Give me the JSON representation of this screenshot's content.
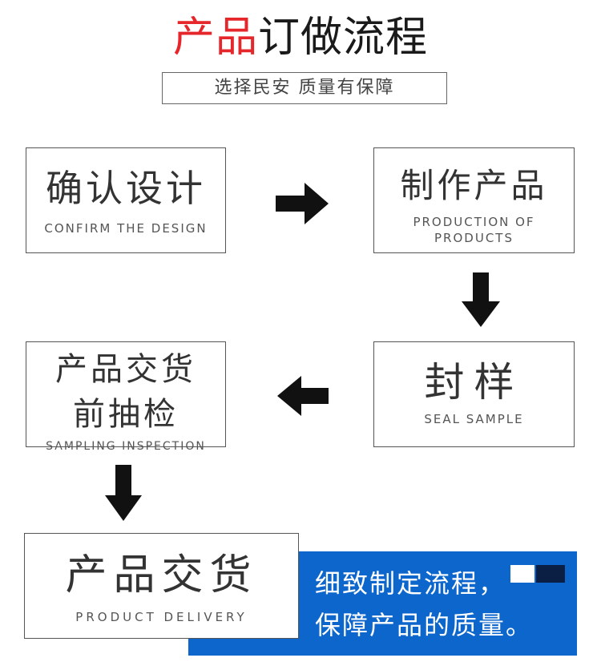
{
  "title": {
    "part_red": "产品",
    "part_black": "订做流程"
  },
  "subtitle": "选择民安 质量有保障",
  "steps": {
    "confirm": {
      "cn": "确认设计",
      "en": "CONFIRM THE DESIGN"
    },
    "produce": {
      "cn": "制作产品",
      "en_line1": "PRODUCTION OF",
      "en_line2": "PRODUCTS"
    },
    "seal": {
      "cn": "封样",
      "en": "SEAL SAMPLE"
    },
    "inspect": {
      "cn_line1": "产品交货",
      "cn_line2": "前抽检",
      "en": "SAMPLING INSPECTION"
    },
    "deliver": {
      "cn": "产品交货",
      "en": "PRODUCT DELIVERY"
    }
  },
  "promo": {
    "line1": "细致制定流程，",
    "line2": "保障产品的质量。"
  },
  "colors": {
    "title_red": "#e5262b",
    "promo_blue": "#0d66cc",
    "accent_navy": "#0b1f44"
  },
  "icons": {
    "flow_right": "arrow-right-icon",
    "flow_down": "arrow-down-icon",
    "flow_left": "arrow-left-icon"
  }
}
